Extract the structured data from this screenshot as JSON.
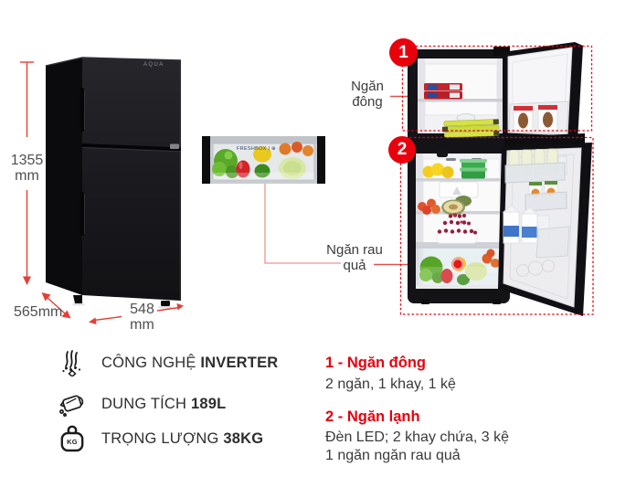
{
  "palette": {
    "accent_red": "#e8000d",
    "dimension_red": "#e63f35",
    "label_gray": "#3c3c3c",
    "dim_gray": "#4f4f4f",
    "body_text": "#3a3a3a"
  },
  "left_fridge": {
    "brand": "AQUA"
  },
  "freshbox": {
    "label": "FRESHBOX | ⊕"
  },
  "dimensions": {
    "height": {
      "value": "1355",
      "unit": "mm"
    },
    "depth": {
      "value": "565mm"
    },
    "width": {
      "value": "548",
      "unit": "mm"
    }
  },
  "callouts": {
    "freezer_badge": "1",
    "freezer_label": "Ngăn đông",
    "fridge_badge": "2",
    "crisper_label": "Ngăn rau quả"
  },
  "features": [
    {
      "icon": "inverter-icon",
      "label": "CÔNG NGHỆ",
      "value": "INVERTER"
    },
    {
      "icon": "jug-icon",
      "label": "DUNG TÍCH",
      "value": "189L"
    },
    {
      "icon": "weight-icon",
      "label": "TRỌNG LƯỢNG",
      "value": "38KG",
      "badge": "KG"
    }
  ],
  "specs": [
    {
      "title": "1 - Ngăn đông",
      "lines": [
        "2 ngăn, 1 khay, 1 kệ"
      ]
    },
    {
      "title": "2 - Ngăn lạnh",
      "lines": [
        "Đèn LED; 2 khay chứa, 3 kệ",
        "1 ngăn ngăn rau quả"
      ]
    }
  ]
}
